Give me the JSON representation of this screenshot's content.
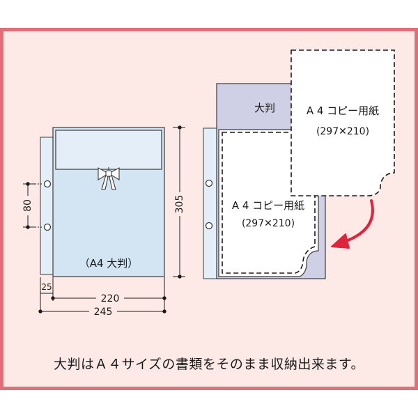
{
  "left_figure": {
    "label": "（A4 大判）",
    "dim_height": "305",
    "dim_holes": "80",
    "dim_offset": "25",
    "dim_inner_width": "220",
    "dim_outer_width": "245"
  },
  "right_figure": {
    "back_label": "大判",
    "front_sheet_title": "A 4 コピー用紙",
    "front_sheet_size": "(297✕210)",
    "inserted_sheet_title": "A 4 コピー用紙",
    "inserted_sheet_size": "(297✕210)"
  },
  "caption": "大判はＡ４サイズの書類をそのまま収納出来ます。",
  "colors": {
    "frame_border": "#e06f7a",
    "frame_background": "#fde9e6",
    "sleeve_blue": "#d3e4f3",
    "back_sheet_lavender": "#cfcfe6",
    "arrow_red": "#e0243c"
  }
}
